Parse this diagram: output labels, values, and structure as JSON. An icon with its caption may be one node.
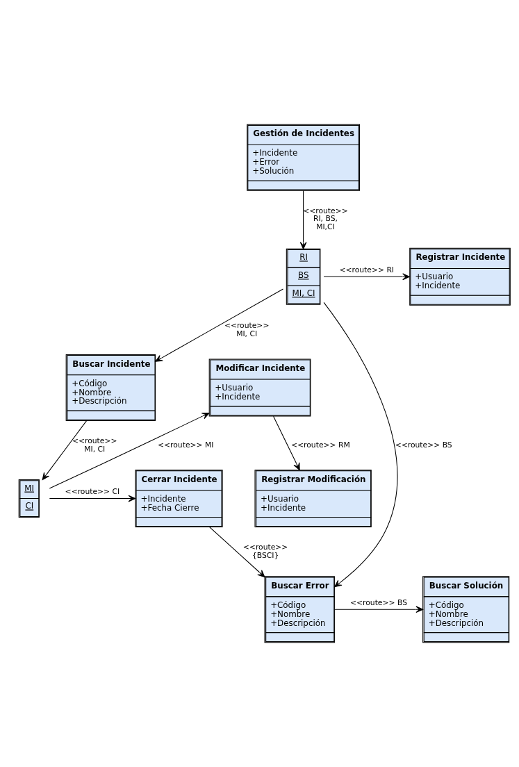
{
  "diagram": {
    "nodes": [
      {
        "text": [
          "Gestión de Incidentes",
          "+Incidente",
          "+Error",
          "+Solución"
        ]
      },
      {
        "text": [
          "RI",
          "BS",
          "MI, CI"
        ]
      },
      {
        "text": [
          "Registrar Incidente",
          "+Usuario",
          "+Incidente"
        ]
      },
      {
        "text": [
          "Buscar Incidente",
          "+Código",
          "+Nombre",
          "+Descripción"
        ]
      },
      {
        "text": [
          "Modificar Incidente",
          "+Usuario",
          "+Incidente"
        ]
      },
      {
        "text": [
          "Registrar Modificación",
          "+Usuario",
          "+Incidente"
        ]
      },
      {
        "text": [
          "MI",
          "CI"
        ]
      },
      {
        "text": [
          "Cerrar Incidente",
          "+Incidente",
          "+Fecha Cierre"
        ]
      },
      {
        "text": [
          "Buscar Error",
          "+Código",
          "+Nombre",
          "+Descripción"
        ]
      },
      {
        "text": [
          "Buscar Solución",
          "+Código",
          "+Nombre",
          "+Descripción"
        ]
      }
    ],
    "edges": [
      {
        "from": 0,
        "to": 1,
        "arrow": "to",
        "label": "<<route>> RI, BS, MI,CI"
      },
      {
        "from": 1,
        "to": 2,
        "arrow": "to",
        "label": "<<route>> RI"
      },
      {
        "from": 1,
        "to": 8,
        "arrow": "to",
        "label": "<<route>> BS"
      },
      {
        "from": 1,
        "to": 3,
        "arrow": "to",
        "label": "<<route>> MI, CI"
      },
      {
        "from": 4,
        "to": 5,
        "arrow": "to",
        "label": "<<route>> RM"
      },
      {
        "from": 3,
        "to": 6,
        "arrow": "to",
        "label": "<<route>> MI, CI"
      },
      {
        "from": 6,
        "to": 4,
        "arrow": "to",
        "label": "<<route>> MI"
      },
      {
        "from": 6,
        "to": 7,
        "arrow": "to",
        "label": "<<route>> CI"
      },
      {
        "from": 7,
        "to": 8,
        "arrow": "to",
        "label": "<<route>> {BSCI}"
      },
      {
        "from": 8,
        "to": 9,
        "arrow": "to",
        "label": "<<route>> BS"
      }
    ]
  }
}
